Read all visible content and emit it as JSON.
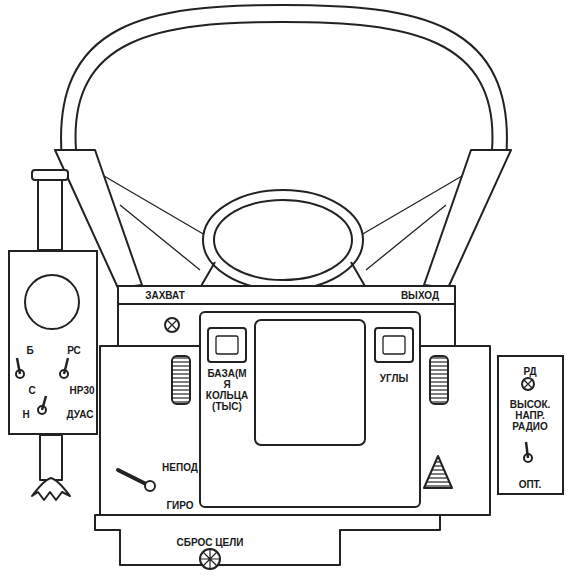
{
  "diagram": {
    "nodes": [
      {
        "text": [
          "Б",
          "С",
          "РС",
          "НР30",
          "Н",
          "ДУАС"
        ]
      },
      {
        "text": [
          "РД",
          "ВЫСОК. НАПР. РАДИО",
          "ОПТ."
        ]
      }
    ],
    "labels": [
      "ЗАХВАТ",
      "ВЫХОД",
      "БАЗА(М Я КОЛЬЦА (ТЫС)",
      "УГЛЫ",
      "НЕПОД",
      "ГИРО",
      "СБРОС ЦЕЛИ"
    ]
  }
}
